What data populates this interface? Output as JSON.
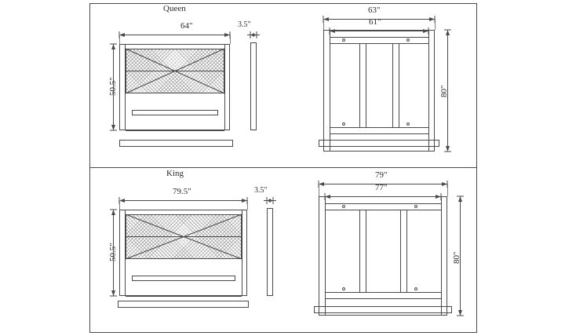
{
  "diagram": {
    "title_queen": "Queen",
    "title_king": "King",
    "panels": [
      {
        "name": "queen",
        "label": "Queen",
        "headboard": {
          "width": "64\"",
          "height": "50.5\"",
          "thickness": "3.5\""
        },
        "frame": {
          "outer_width": "63\"",
          "inner_width": "61\"",
          "length": "80\""
        }
      },
      {
        "name": "king",
        "label": "King",
        "headboard": {
          "width": "79.5\"",
          "height": "50.5\"",
          "thickness": "3.5\""
        },
        "frame": {
          "outer_width": "79\"",
          "inner_width": "77\"",
          "length": "80\""
        }
      }
    ],
    "colors": {
      "line": "#4a4a4a",
      "light_line": "#7d7d7d",
      "text": "#2b2b2b",
      "background": "#ffffff"
    }
  }
}
